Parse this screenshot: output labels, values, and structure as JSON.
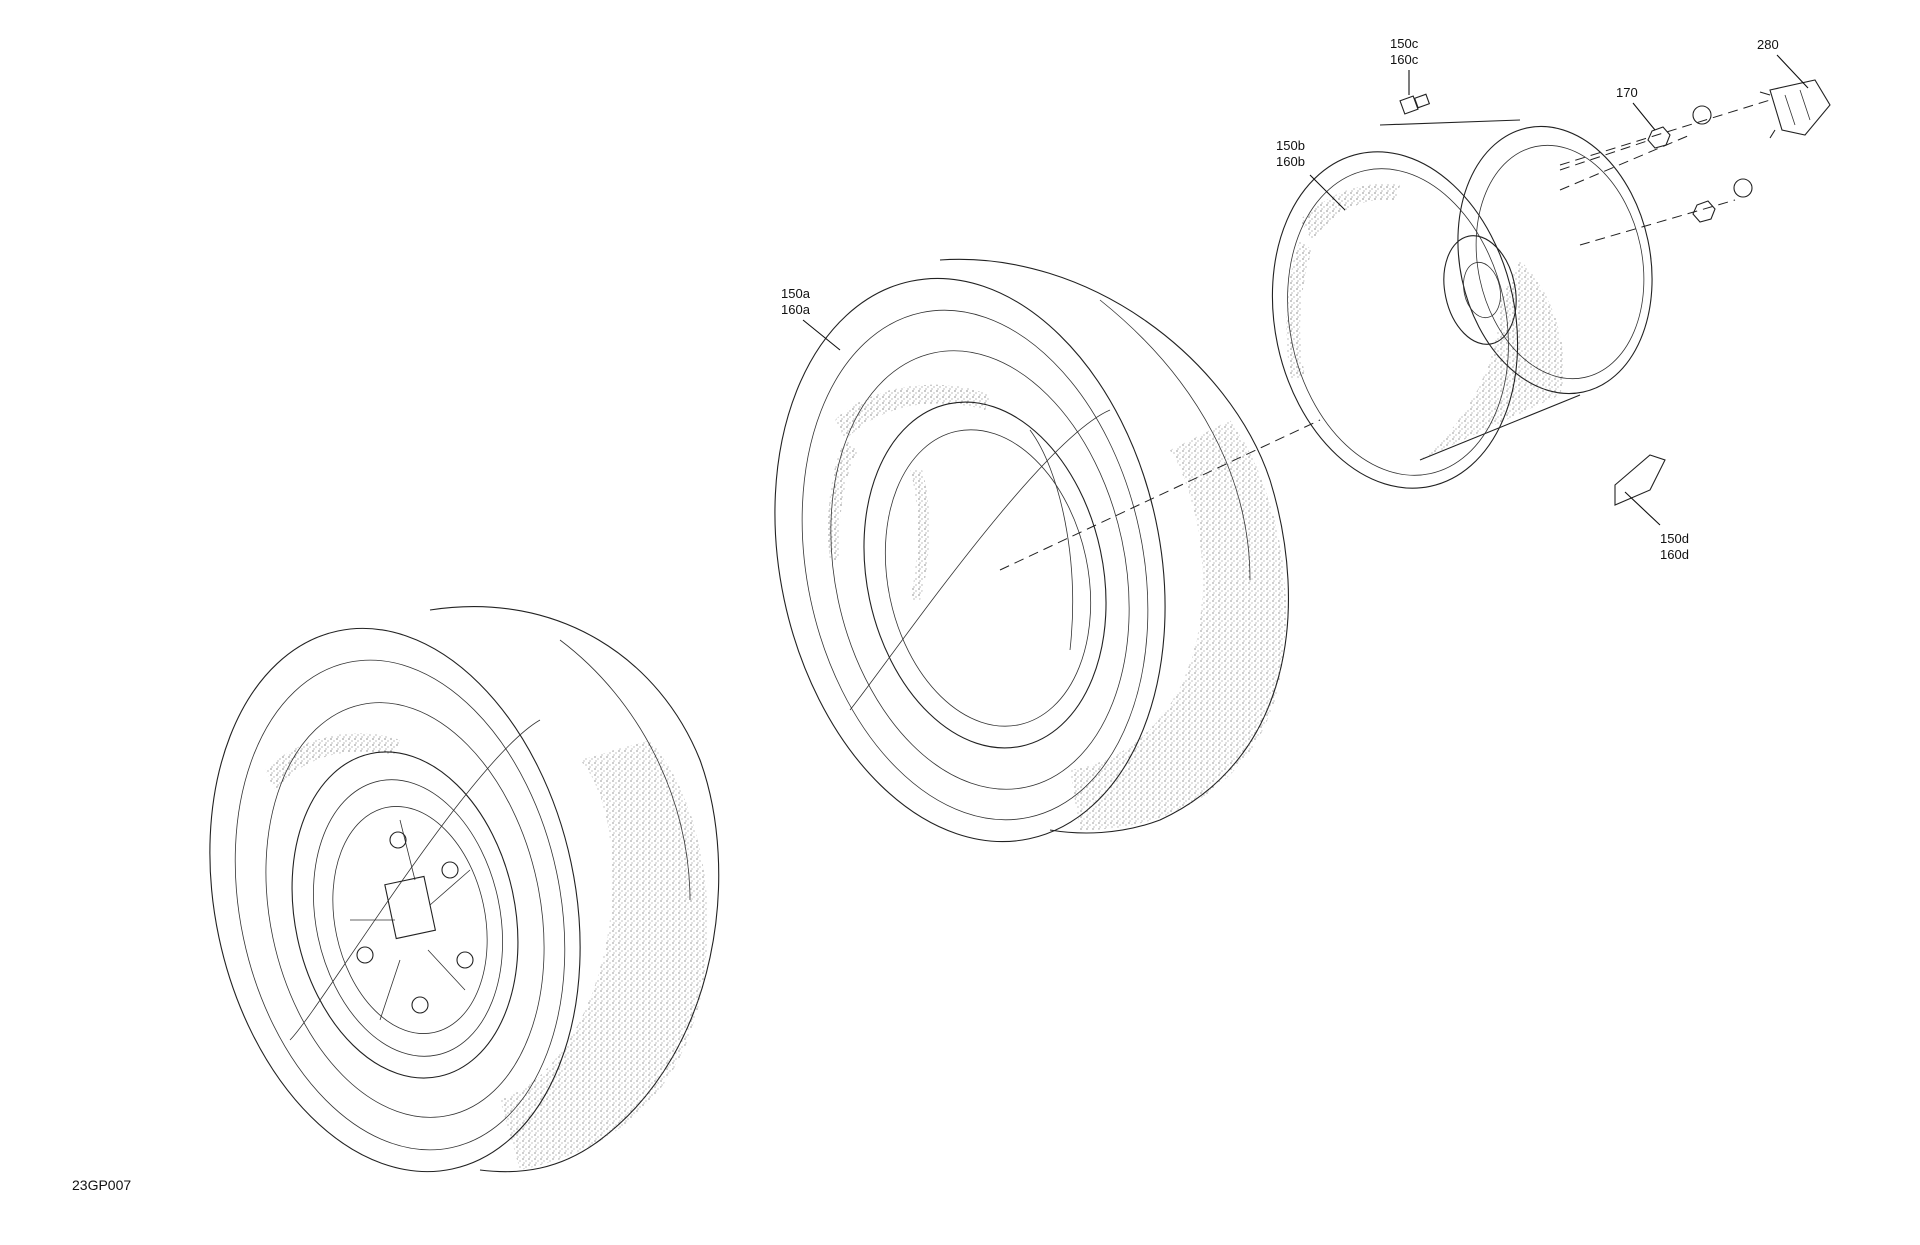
{
  "figure_code": "23GP007",
  "callouts": [
    {
      "id": "280",
      "lines": [
        "280"
      ]
    },
    {
      "id": "170",
      "lines": [
        "170"
      ]
    },
    {
      "id": "150c",
      "lines": [
        "150c",
        "160c"
      ]
    },
    {
      "id": "150b",
      "lines": [
        "150b",
        "160b"
      ]
    },
    {
      "id": "150a",
      "lines": [
        "150a",
        "160a"
      ]
    },
    {
      "id": "150d",
      "lines": [
        "150d",
        "160d"
      ]
    }
  ]
}
